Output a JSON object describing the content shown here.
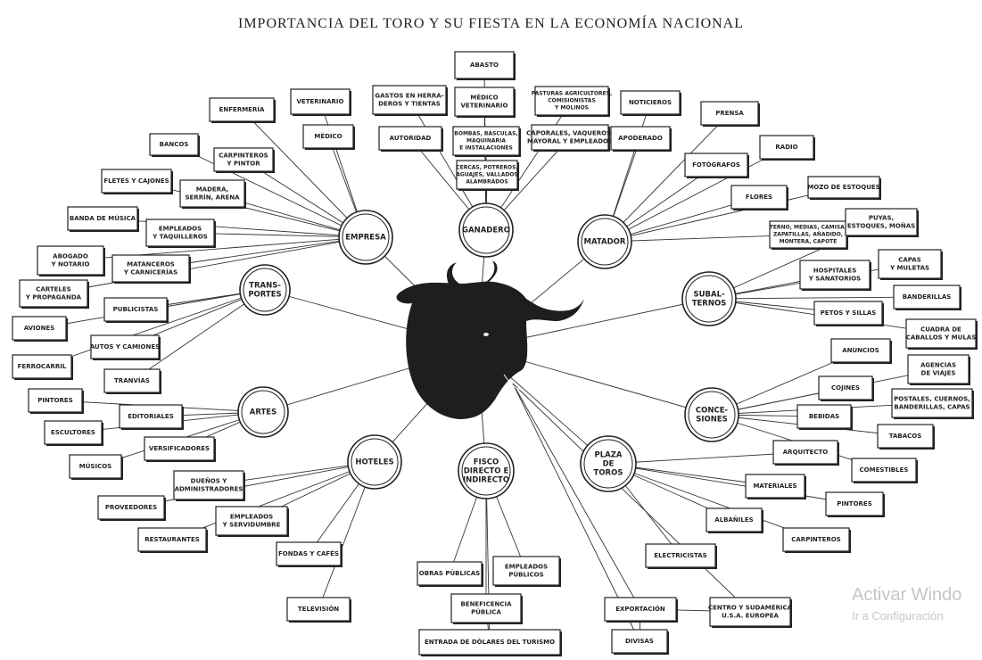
{
  "title": "IMPORTANCIA DEL TORO Y SU FIESTA EN LA ECONOMÍA NACIONAL",
  "center_image": "bull-head",
  "hubs": [
    {
      "id": "empresa",
      "lines": [
        "EMPRESA"
      ]
    },
    {
      "id": "ganadero",
      "lines": [
        "GANADERO"
      ]
    },
    {
      "id": "matador",
      "lines": [
        "MATADOR"
      ]
    },
    {
      "id": "transportes",
      "lines": [
        "TRANS-",
        "PORTES"
      ]
    },
    {
      "id": "subalternos",
      "lines": [
        "SUBAL-",
        "TERNOS"
      ]
    },
    {
      "id": "artes",
      "lines": [
        "ARTES"
      ]
    },
    {
      "id": "concesiones",
      "lines": [
        "CONCE-",
        "SIONES"
      ]
    },
    {
      "id": "hoteles",
      "lines": [
        "HOTELES"
      ]
    },
    {
      "id": "fisco",
      "lines": [
        "FISCO",
        "DIRECTO E",
        "INDIRECTO"
      ]
    },
    {
      "id": "plaza",
      "lines": [
        "PLAZA",
        "DE",
        "TOROS"
      ]
    }
  ],
  "boxes": [
    {
      "id": "abasto",
      "hub": "ganadero",
      "lines": [
        "ABASTO"
      ]
    },
    {
      "id": "medico-veterinario",
      "hub": "ganadero",
      "lines": [
        "MÉDICO",
        "VETERINARIO"
      ]
    },
    {
      "id": "gastos-herraderos",
      "hub": "ganadero",
      "lines": [
        "GASTOS EN HERRA-",
        "DEROS Y TIENTAS"
      ]
    },
    {
      "id": "pasturas",
      "hub": "ganadero",
      "lines": [
        "PASTURAS AGRICULTORES,",
        "COMISIONISTAS",
        "Y MOLINOS"
      ]
    },
    {
      "id": "autoridad",
      "hub": "ganadero",
      "lines": [
        "AUTORIDAD"
      ]
    },
    {
      "id": "bombas",
      "hub": "ganadero",
      "lines": [
        "BOMBAS, BÁSCULAS,",
        "MAQUINARIA",
        "E INSTALACIONES"
      ]
    },
    {
      "id": "caporales",
      "hub": "ganadero",
      "lines": [
        "CAPORALES, VAQUEROS,",
        "MAYORAL Y EMPLEADOS"
      ]
    },
    {
      "id": "cercas",
      "hub": "ganadero",
      "lines": [
        "CERCAS, POTREROS,",
        "AGUAJES, VALLADOS",
        "ALAMBRADOS"
      ]
    },
    {
      "id": "enfermeria",
      "hub": "empresa",
      "lines": [
        "ENFERMERÍA"
      ]
    },
    {
      "id": "veterinario",
      "hub": "empresa",
      "lines": [
        "VETERINARIO"
      ]
    },
    {
      "id": "medico",
      "hub": "empresa",
      "lines": [
        "MÉDICO"
      ]
    },
    {
      "id": "bancos",
      "hub": "empresa",
      "lines": [
        "BANCOS"
      ]
    },
    {
      "id": "carpinteros-pintor",
      "hub": "empresa",
      "lines": [
        "CARPINTEROS",
        "Y PINTOR"
      ]
    },
    {
      "id": "fletes",
      "hub": "empresa",
      "lines": [
        "FLETES Y CAJONES"
      ]
    },
    {
      "id": "madera",
      "hub": "empresa",
      "lines": [
        "MADERA,",
        "SERRÍN, ARENA"
      ]
    },
    {
      "id": "banda",
      "hub": "empresa",
      "lines": [
        "BANDA DE MÚSICA"
      ]
    },
    {
      "id": "empleados-taquilleros",
      "hub": "empresa",
      "lines": [
        "EMPLEADOS",
        "Y TAQUILLEROS"
      ]
    },
    {
      "id": "abogado",
      "hub": "empresa",
      "lines": [
        "ABOGADO",
        "Y NOTARIO"
      ]
    },
    {
      "id": "matanceros",
      "hub": "empresa",
      "lines": [
        "MATANCEROS",
        "Y CARNICERÍAS"
      ]
    },
    {
      "id": "carteles",
      "hub": "empresa",
      "lines": [
        "CARTELES",
        "Y PROPAGANDA"
      ]
    },
    {
      "id": "noticieros",
      "hub": "matador",
      "lines": [
        "NOTICIEROS"
      ]
    },
    {
      "id": "prensa",
      "hub": "matador",
      "lines": [
        "PRENSA"
      ]
    },
    {
      "id": "apoderado",
      "hub": "matador",
      "lines": [
        "APODERADO"
      ]
    },
    {
      "id": "radio",
      "hub": "matador",
      "lines": [
        "RADIO"
      ]
    },
    {
      "id": "fotografos",
      "hub": "matador",
      "lines": [
        "FOTÓGRAFOS"
      ]
    },
    {
      "id": "mozo",
      "hub": "matador",
      "lines": [
        "MOZO DE ESTOQUES"
      ]
    },
    {
      "id": "flores",
      "hub": "matador",
      "lines": [
        "FLORES"
      ]
    },
    {
      "id": "terno",
      "hub": "matador",
      "lines": [
        "TERNO, MEDIAS, CAMISA,",
        "ZAPATILLAS, AÑADIDO,",
        "MONTERA, CAPOTE"
      ]
    },
    {
      "id": "puyas",
      "hub": "subalternos",
      "lines": [
        "PUYAS,",
        "ESTOQUES, MOÑAS"
      ]
    },
    {
      "id": "capas",
      "hub": "subalternos",
      "lines": [
        "CAPAS",
        "Y MULETAS"
      ]
    },
    {
      "id": "hospitales",
      "hub": "subalternos",
      "lines": [
        "HOSPITALES",
        "Y SANATORIOS"
      ]
    },
    {
      "id": "banderillas",
      "hub": "subalternos",
      "lines": [
        "BANDERILLAS"
      ]
    },
    {
      "id": "petos",
      "hub": "subalternos",
      "lines": [
        "PETOS Y SILLAS"
      ]
    },
    {
      "id": "cuadra",
      "hub": "subalternos",
      "lines": [
        "CUADRA DE",
        "CABALLOS Y MULAS"
      ]
    },
    {
      "id": "publicistas",
      "hub": "transportes",
      "lines": [
        "PUBLICISTAS"
      ]
    },
    {
      "id": "aviones",
      "hub": "transportes",
      "lines": [
        "AVIONES"
      ]
    },
    {
      "id": "autos",
      "hub": "transportes",
      "lines": [
        "AUTOS Y CAMIONES"
      ]
    },
    {
      "id": "ferrocarril",
      "hub": "transportes",
      "lines": [
        "FERROCARRIL"
      ]
    },
    {
      "id": "tranvias",
      "hub": "transportes",
      "lines": [
        "TRANVÍAS"
      ]
    },
    {
      "id": "pintores-a",
      "hub": "artes",
      "lines": [
        "PINTORES"
      ]
    },
    {
      "id": "editoriales",
      "hub": "artes",
      "lines": [
        "EDITORIALES"
      ]
    },
    {
      "id": "escultores",
      "hub": "artes",
      "lines": [
        "ESCULTORES"
      ]
    },
    {
      "id": "versificadores",
      "hub": "artes",
      "lines": [
        "VERSIFICADORES"
      ]
    },
    {
      "id": "musicos",
      "hub": "artes",
      "lines": [
        "MÚSICOS"
      ]
    },
    {
      "id": "anuncios",
      "hub": "concesiones",
      "lines": [
        "ANUNCIOS"
      ]
    },
    {
      "id": "agencias",
      "hub": "concesiones",
      "lines": [
        "AGENCIAS",
        "DE VIAJES"
      ]
    },
    {
      "id": "cojines",
      "hub": "concesiones",
      "lines": [
        "COJINES"
      ]
    },
    {
      "id": "postales",
      "hub": "concesiones",
      "lines": [
        "POSTALES, CUERNOS,",
        "BANDERILLAS, CAPAS"
      ]
    },
    {
      "id": "bebidas",
      "hub": "concesiones",
      "lines": [
        "BEBIDAS"
      ]
    },
    {
      "id": "tabacos",
      "hub": "concesiones",
      "lines": [
        "TABACOS"
      ]
    },
    {
      "id": "arquitecto",
      "hub": "plaza",
      "lines": [
        "ARQUITECTO"
      ]
    },
    {
      "id": "comestibles",
      "hub": "concesiones",
      "lines": [
        "COMESTIBLES"
      ]
    },
    {
      "id": "duenos",
      "hub": "hoteles",
      "lines": [
        "DUEÑOS Y",
        "ADMINISTRADORES"
      ]
    },
    {
      "id": "proveedores",
      "hub": "hoteles",
      "lines": [
        "PROVEEDORES"
      ]
    },
    {
      "id": "empleados-serv",
      "hub": "hoteles",
      "lines": [
        "EMPLEADOS",
        "Y SERVIDUMBRE"
      ]
    },
    {
      "id": "restaurantes",
      "hub": "hoteles",
      "lines": [
        "RESTAURANTES"
      ]
    },
    {
      "id": "fondas",
      "hub": "hoteles",
      "lines": [
        "FONDAS Y CAFÉS"
      ]
    },
    {
      "id": "television",
      "hub": "hoteles",
      "lines": [
        "TELEVISIÓN"
      ]
    },
    {
      "id": "materiales",
      "hub": "plaza",
      "lines": [
        "MATERIALES"
      ]
    },
    {
      "id": "pintores-p",
      "hub": "plaza",
      "lines": [
        "PINTORES"
      ]
    },
    {
      "id": "albaniles",
      "hub": "plaza",
      "lines": [
        "ALBAÑILES"
      ]
    },
    {
      "id": "carpinteros-p",
      "hub": "plaza",
      "lines": [
        "CARPINTEROS"
      ]
    },
    {
      "id": "electricistas",
      "hub": "plaza",
      "lines": [
        "ELECTRICISTAS"
      ]
    },
    {
      "id": "obras",
      "hub": "fisco",
      "lines": [
        "OBRAS PÚBLICAS"
      ]
    },
    {
      "id": "empleados-pub",
      "hub": "fisco",
      "lines": [
        "EMPLEADOS",
        "PÚBLICOS"
      ]
    },
    {
      "id": "beneficencia",
      "hub": "fisco",
      "lines": [
        "BENEFICENCIA",
        "PÚBLICA"
      ]
    },
    {
      "id": "entrada",
      "hub": "fisco",
      "lines": [
        "ENTRADA DE DÓLARES DEL TURISMO"
      ]
    },
    {
      "id": "exportacion",
      "hub": "center",
      "lines": [
        "EXPORTACIÓN"
      ]
    },
    {
      "id": "centro",
      "hub": "center",
      "lines": [
        "CENTRO Y SUDAMÉRICA",
        "U.S.A. EUROPEA"
      ]
    },
    {
      "id": "divisas",
      "hub": "center",
      "lines": [
        "DIVISAS"
      ]
    }
  ],
  "watermark": {
    "line1": "Activar Windo",
    "line2": "Ir a Configuración"
  }
}
